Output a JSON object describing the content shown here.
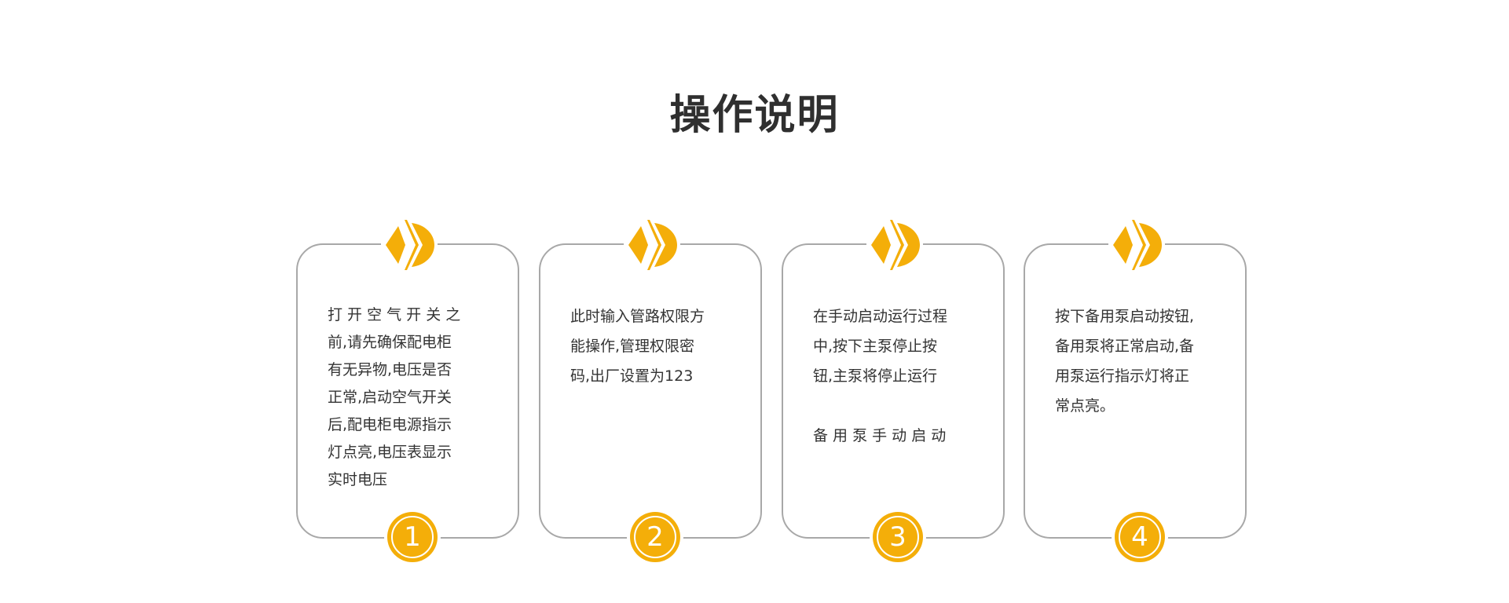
{
  "page": {
    "title": "操作说明"
  },
  "colors": {
    "accent": "#f4ae09",
    "border": "#a8a8a8",
    "text": "#333333",
    "title": "#2f2f2f"
  },
  "icons": {
    "top": "double-chevron-right-icon"
  },
  "steps": [
    {
      "number": "1",
      "text": "打 开 空 气 开 关 之\n前,请先确保配电柜\n有无异物,电压是否\n正常,启动空气开关\n后,配电柜电源指示\n灯点亮,电压表显示\n实时电压"
    },
    {
      "number": "2",
      "text": "此时输入管路权限方\n能操作,管理权限密\n码,出厂设置为123"
    },
    {
      "number": "3",
      "text": "在手动启动运行过程\n中,按下主泵停止按\n钮,主泵将停止运行\n\n备 用 泵 手 动 启 动"
    },
    {
      "number": "4",
      "text": "按下备用泵启动按钮,\n备用泵将正常启动,备\n用泵运行指示灯将正\n常点亮。"
    }
  ]
}
